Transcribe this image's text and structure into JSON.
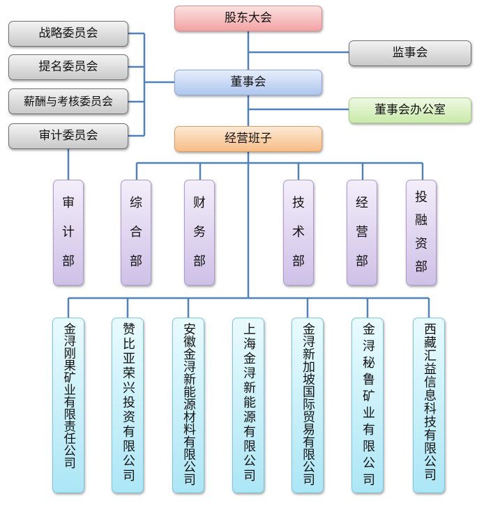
{
  "top": {
    "shareholders": "股东大会",
    "supervisors": "监事会",
    "board": "董事会",
    "board_office": "董事会办公室",
    "management": "经营班子"
  },
  "committees": [
    "战略委员会",
    "提名委员会",
    "薪酬与考核委员会",
    "审计委员会"
  ],
  "departments": [
    [
      "审",
      "计",
      "部"
    ],
    [
      "综",
      "合",
      "部"
    ],
    [
      "财",
      "务",
      "部"
    ],
    [
      "技",
      "术",
      "部"
    ],
    [
      "经",
      "营",
      "部"
    ],
    [
      "投",
      "融",
      "资",
      "部"
    ]
  ],
  "subsidiaries": [
    "金浔刚果矿业有限责任公司",
    "赞比亚荣兴投资有限公司",
    "安徽金浔新能源材料有限公司",
    "上海金浔新能源有限公司",
    "金浔新加坡国际贸易有限公司",
    "金浔秘鲁矿业有限公司",
    "西藏汇益信息科技有限公司"
  ],
  "colors": {
    "lines": "#4f81bd"
  }
}
